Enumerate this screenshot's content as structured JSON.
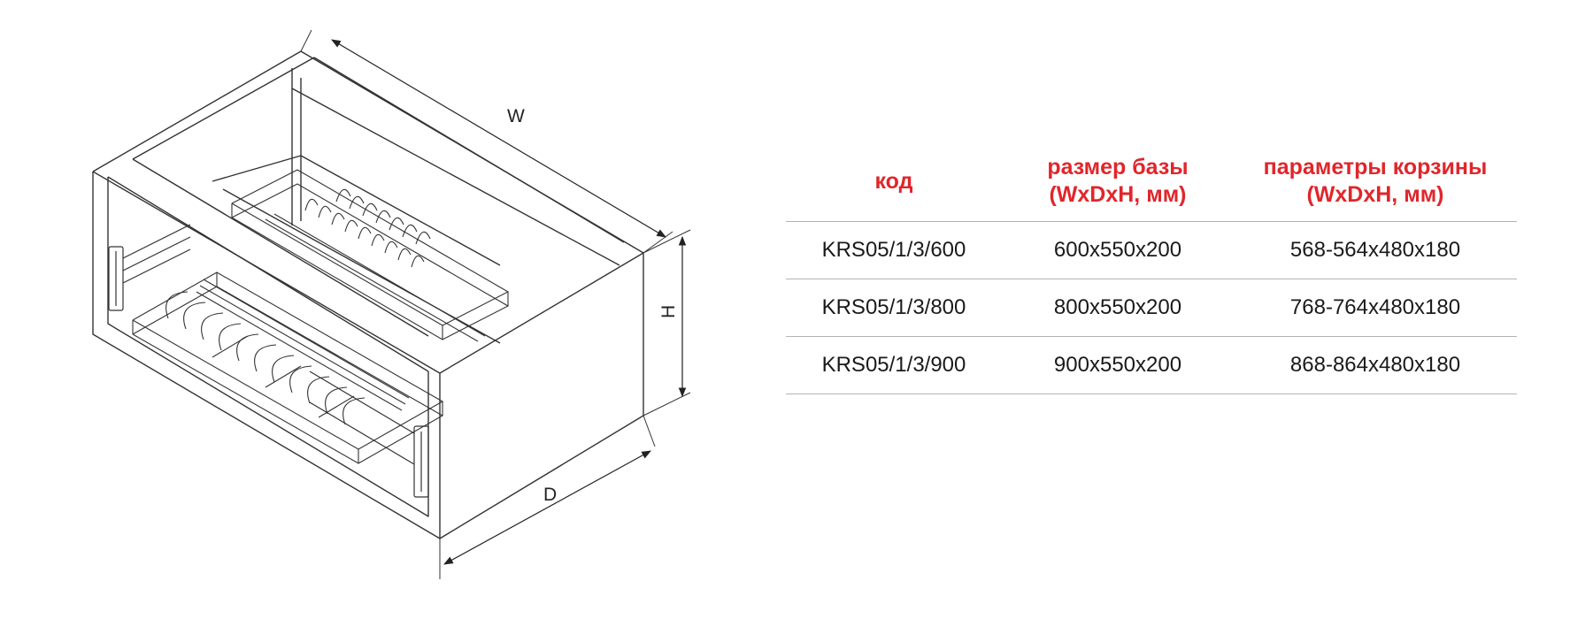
{
  "drawing": {
    "dimension_labels": {
      "width": "W",
      "depth": "D",
      "height": "H"
    }
  },
  "table": {
    "headers": [
      "код",
      "размер базы (WxDxH, мм)",
      "параметры корзины (WxDxH, мм)"
    ],
    "rows": [
      [
        "KRS05/1/3/600",
        "600x550x200",
        "568-564x480x180"
      ],
      [
        "KRS05/1/3/800",
        "800x550x200",
        "768-764x480x180"
      ],
      [
        "KRS05/1/3/900",
        "900x550x200",
        "868-864x480x180"
      ]
    ]
  },
  "colors": {
    "header_text": "#e0262b",
    "line": "#333333",
    "rule": "#b4b4b4"
  }
}
